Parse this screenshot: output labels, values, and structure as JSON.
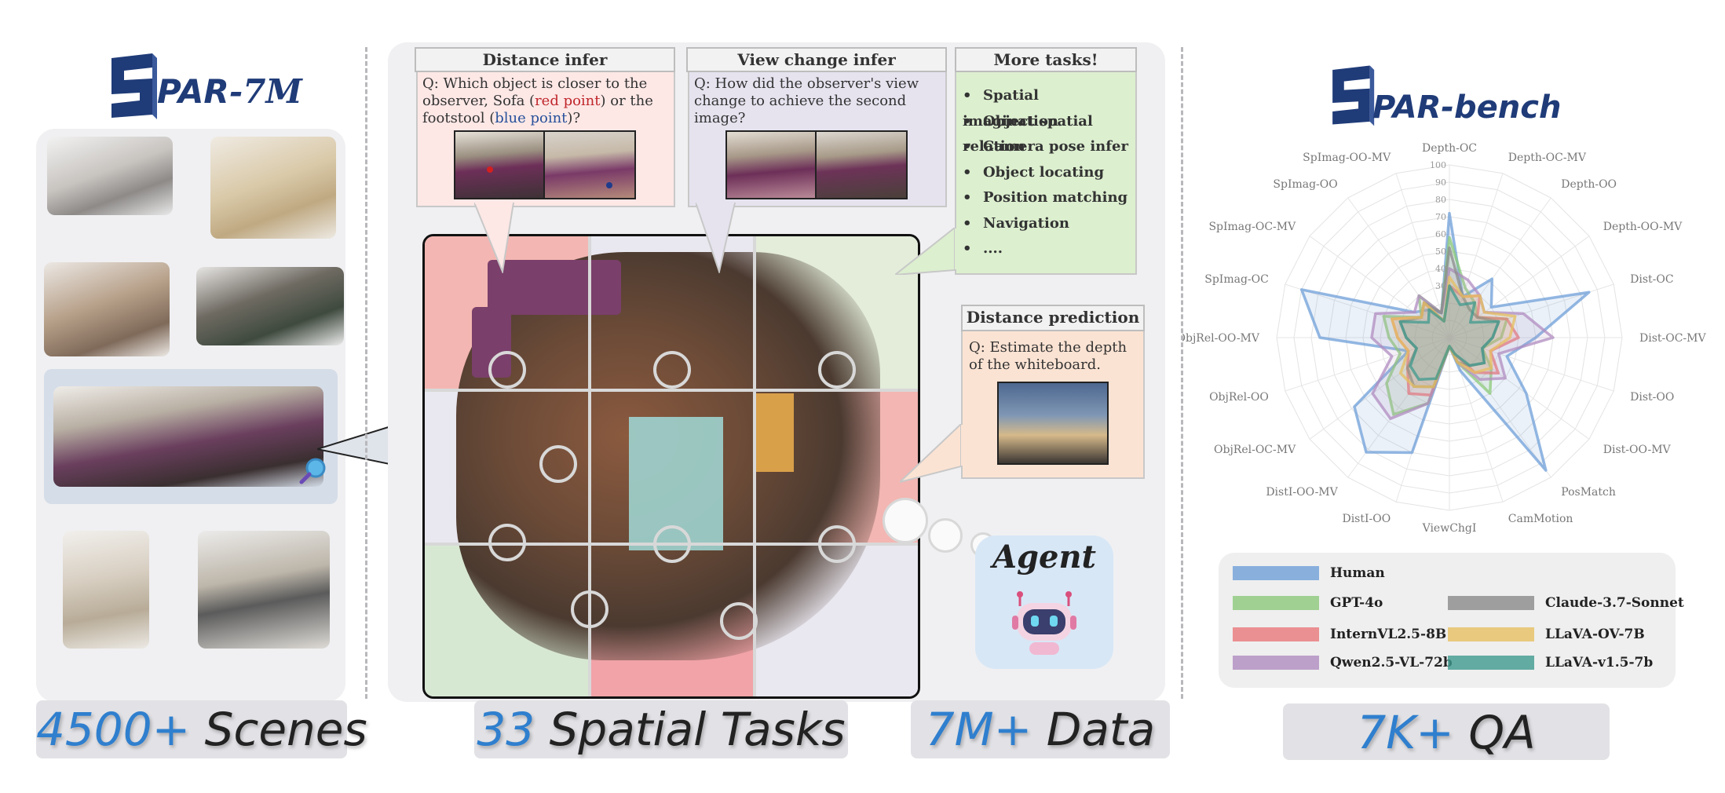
{
  "left": {
    "logo_main": "PAR",
    "logo_suffix": "-7M",
    "stat_number": "4500+",
    "stat_text": " Scenes"
  },
  "middle": {
    "tasks": [
      {
        "title": "Distance infer"
      },
      {
        "title": "View change infer"
      },
      {
        "title": "More tasks!"
      },
      {
        "title": "Distance prediction"
      }
    ],
    "distance_q": {
      "prefix": "Q: Which object is closer to the observer, Sofa (",
      "red": "red point",
      "middle": ") or the footstool (",
      "blue": "blue point",
      "suffix": ")?"
    },
    "view_q": "Q: How did the observer's view change to achieve the second image?",
    "more_tasks": [
      "Spatial imagination",
      "Object spatial relation",
      "Camera pose infer",
      "Object locating",
      "Position matching",
      "Navigation",
      "...."
    ],
    "predict_q": "Q: Estimate the depth of the whiteboard.",
    "agent_label": "Agent",
    "stat_tasks_number": "33",
    "stat_tasks_text": " Spatial Tasks",
    "stat_data_number": "7M+",
    "stat_data_text": " Data"
  },
  "right": {
    "logo_main": "PAR-bench",
    "stat_number": "7K+",
    "stat_text": " QA"
  },
  "chart_data": {
    "type": "radar",
    "axes": [
      "Depth-OC",
      "Depth-OC-MV",
      "Depth-OO",
      "Depth-OO-MV",
      "Dist-OC",
      "Dist-OC-MV",
      "Dist-OO",
      "Dist-OO-MV",
      "PosMatch",
      "CamMotion",
      "ViewChgI",
      "DistI-OO",
      "DistI-OO-MV",
      "ObjRel-OC-MV",
      "ObjRel-OO",
      "ObjRel-OO-MV",
      "SpImag-OC",
      "SpImag-OC-MV",
      "SpImag-OO",
      "SpImag-OO-MV"
    ],
    "rlim": [
      0,
      100
    ],
    "ticks": [
      30,
      40,
      50,
      60,
      70,
      80,
      90,
      100
    ],
    "legend_position": "bottom",
    "series": [
      {
        "name": "Human",
        "color": "#6f9fd8",
        "values": [
          72,
          25,
          42,
          30,
          85,
          50,
          35,
          55,
          95,
          20,
          5,
          70,
          82,
          68,
          25,
          75,
          90,
          25,
          20,
          15
        ]
      },
      {
        "name": "GPT-4o",
        "color": "#8cc97a",
        "values": [
          58,
          30,
          25,
          20,
          35,
          30,
          20,
          30,
          40,
          15,
          5,
          40,
          55,
          45,
          30,
          35,
          40,
          20,
          30,
          15
        ]
      },
      {
        "name": "InternVL2.5-8B",
        "color": "#e8787a",
        "values": [
          30,
          25,
          30,
          20,
          35,
          40,
          25,
          35,
          25,
          10,
          5,
          35,
          40,
          30,
          25,
          30,
          35,
          20,
          25,
          10
        ]
      },
      {
        "name": "Qwen2.5-VL-72b",
        "color": "#b08cc0",
        "values": [
          40,
          35,
          30,
          25,
          45,
          60,
          30,
          40,
          30,
          15,
          5,
          40,
          58,
          55,
          35,
          45,
          45,
          25,
          30,
          15
        ]
      },
      {
        "name": "Claude-3.7-Sonnet",
        "color": "#8a8a8a",
        "values": [
          52,
          25,
          20,
          20,
          30,
          25,
          20,
          25,
          20,
          15,
          5,
          30,
          35,
          30,
          20,
          25,
          30,
          20,
          25,
          15
        ]
      },
      {
        "name": "LLaVA-OV-7B",
        "color": "#e6bf60",
        "values": [
          35,
          25,
          30,
          25,
          40,
          35,
          25,
          30,
          25,
          15,
          5,
          30,
          35,
          35,
          25,
          30,
          35,
          20,
          25,
          10
        ]
      },
      {
        "name": "LLaVA-v1.5-7b",
        "color": "#3f9a8e",
        "values": [
          30,
          20,
          25,
          15,
          30,
          25,
          20,
          25,
          20,
          10,
          5,
          25,
          30,
          28,
          20,
          25,
          30,
          15,
          20,
          10
        ]
      }
    ]
  }
}
